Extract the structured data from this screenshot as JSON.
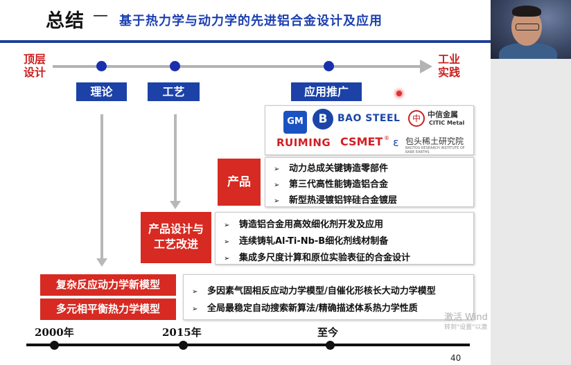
{
  "slide": {
    "title": "总结",
    "dash": "—",
    "subtitle": "基于热力学与动力学的先进铝合金设计及应用",
    "left_label": "顶层\n设计",
    "right_label": "工业\n实践",
    "stages": [
      "理论",
      "工艺",
      "应用推广"
    ],
    "logos": {
      "gm": "GM",
      "bao_icon": "B",
      "bao": "BAO STEEL",
      "citic_icon": "中",
      "citic_name": "中信金属",
      "citic_sub": "CITIC Metal",
      "ruiming": "RUIMING",
      "csmet": "CSMET",
      "csmet_reg": "®",
      "baotou_icon": "ε",
      "baotou_name": "包头稀土研究院",
      "baotou_sub": "BAOTOU RESEARCH INSTITUTE OF RARE EARTHS"
    },
    "product": {
      "label": "产品",
      "items": [
        "动力总成关键铸造零部件",
        "第三代高性能铸造铝合金",
        "新型热浸镀铝锌硅合金镀层"
      ]
    },
    "process": {
      "label": "产品设计与\n工艺改进",
      "items": [
        "铸造铝合金用高效细化剂开发及应用",
        "连续铸轧Al-Ti-Nb-B细化剂线材制备",
        "集成多尺度计算和原位实验表征的合金设计"
      ]
    },
    "models": {
      "labels": [
        "复杂反应动力学新模型",
        "多元相平衡热力学模型"
      ],
      "items": [
        "多因素气固相反应动力学模型/自催化形核长大动力学模型",
        "全局最稳定自动搜索新算法/精确描述体系热力学性质"
      ]
    },
    "bullet_glyph": "➢",
    "years": [
      "2000年",
      "2015年",
      "至今"
    ],
    "page_number": "40",
    "watermark_line1": "激活 Wind",
    "watermark_line2": "转到\"设置\"以激",
    "colors": {
      "accent_blue": "#1c42a8",
      "accent_red": "#d72a22",
      "title_blue": "#1c40b0"
    }
  }
}
